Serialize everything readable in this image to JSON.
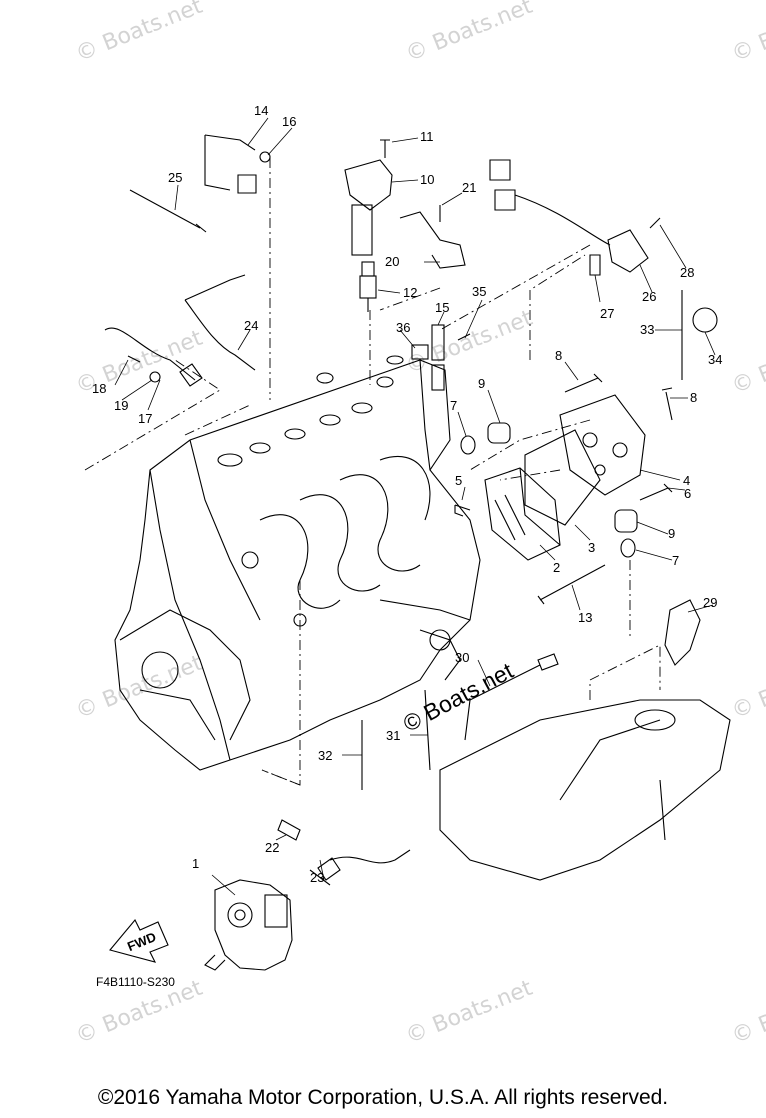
{
  "watermark": "© Boats.net",
  "inline_watermark": "© Boats.net",
  "diagram_code": "F4B1110-S230",
  "fwd_label": "FWD",
  "copyright": "©2016 Yamaha Motor Corporation, U.S.A. All rights reserved.",
  "callouts": [
    "1",
    "2",
    "3",
    "4",
    "5",
    "6",
    "7",
    "7",
    "8",
    "8",
    "9",
    "9",
    "10",
    "11",
    "12",
    "13",
    "14",
    "15",
    "16",
    "17",
    "18",
    "19",
    "20",
    "21",
    "22",
    "23",
    "24",
    "25",
    "26",
    "27",
    "28",
    "29",
    "30",
    "31",
    "32",
    "33",
    "34",
    "35",
    "36"
  ]
}
